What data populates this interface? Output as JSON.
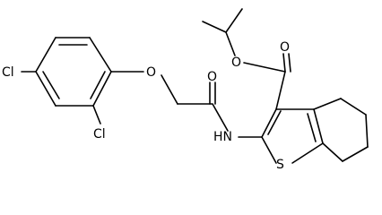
{
  "structure": {
    "atoms": {
      "cl_para": "Cl",
      "cl_ortho": "Cl",
      "o_ether_aryl": "O",
      "o_amide": "O",
      "nh_amide": "HN",
      "o_ester_carbonyl": "O",
      "o_ester_alkoxy": "O",
      "s_thiophene": "S"
    }
  }
}
